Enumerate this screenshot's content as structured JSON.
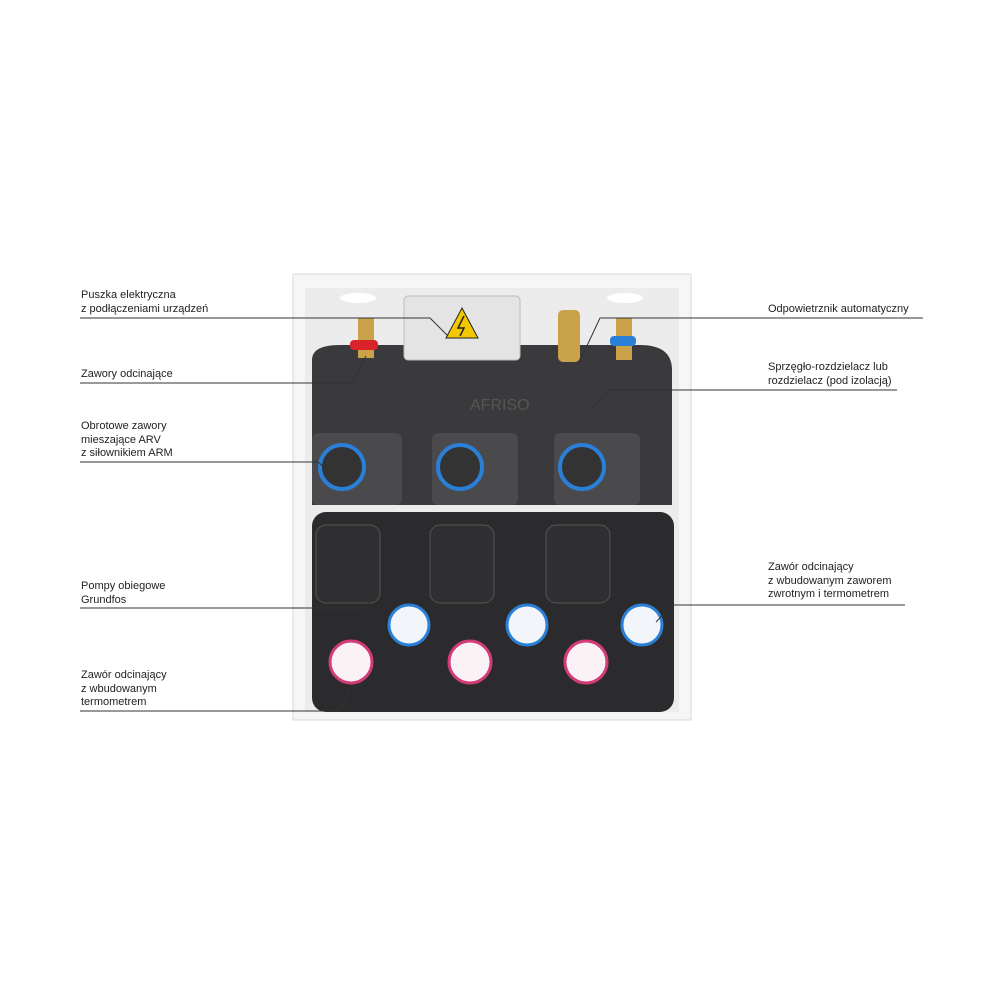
{
  "labels_left": [
    {
      "id": "electrical-box",
      "lines": [
        "Puszka elektryczna",
        "z podłączeniami urządzeń"
      ]
    },
    {
      "id": "shutoff-valves",
      "lines": [
        "Zawory odcinające"
      ]
    },
    {
      "id": "mixing-valves",
      "lines": [
        "Obrotowe zawory",
        "mieszające ARV",
        "z siłownikiem ARM"
      ]
    },
    {
      "id": "pumps",
      "lines": [
        "Pompy obiegowe",
        "Grundfos"
      ]
    },
    {
      "id": "valve-thermometer",
      "lines": [
        "Zawór odcinający",
        "z wbudowanym",
        "termometrem"
      ]
    }
  ],
  "labels_right": [
    {
      "id": "air-vent",
      "lines": [
        "Odpowietrznik automatyczny"
      ]
    },
    {
      "id": "manifold",
      "lines": [
        "Sprzęgło-rozdzielacz lub",
        "rozdzielacz (pod izolacją)"
      ]
    },
    {
      "id": "valve-check-thermometer",
      "lines": [
        "Zawór odcinający",
        "z wbudowanym zaworem",
        "zwrotnym i termometrem"
      ]
    }
  ],
  "product": {
    "brand_logo": "AFRISO"
  },
  "colors": {
    "insulation": "#2b2b2d",
    "cabinet": "#f4f4f4",
    "accent_blue": "#2a7fd6",
    "red": "#d8232a",
    "warning": "#f3c800"
  }
}
